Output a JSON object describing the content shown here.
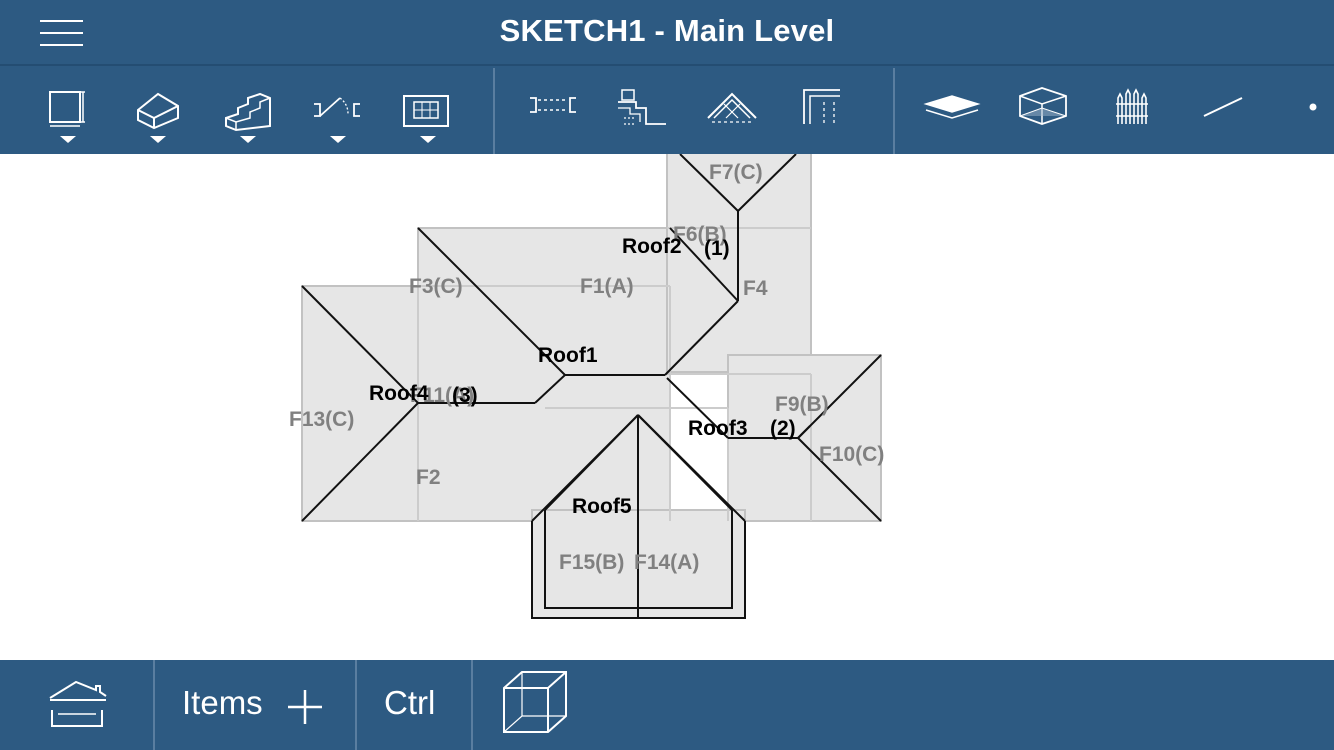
{
  "window": {
    "title": "SKETCH1 - Main Level"
  },
  "toolbar": {
    "group1": [
      {
        "icon": "room-icon",
        "has_dropdown": true
      },
      {
        "icon": "house-icon",
        "has_dropdown": true
      },
      {
        "icon": "stairs-icon",
        "has_dropdown": true
      },
      {
        "icon": "door-icon",
        "has_dropdown": true
      },
      {
        "icon": "window-icon",
        "has_dropdown": true
      }
    ],
    "group2": [
      {
        "icon": "wall-opening-icon"
      },
      {
        "icon": "step-wall-icon"
      },
      {
        "icon": "roof-tool-icon"
      },
      {
        "icon": "corner-wall-icon"
      }
    ],
    "group3": [
      {
        "icon": "layers-icon"
      },
      {
        "icon": "cube-3d-icon"
      },
      {
        "icon": "fence-icon"
      },
      {
        "icon": "line-icon"
      },
      {
        "icon": "dot-icon"
      }
    ]
  },
  "sketch": {
    "face_labels": [
      "F7(C)",
      "F6(B)",
      "F4",
      "F1(A)",
      "F3(C)",
      "F11(A)",
      "F13(C)",
      "F2",
      "F9(B)",
      "F10(C)",
      "F15(B)",
      "F14(A)"
    ],
    "roof_labels": [
      "Roof2",
      "(1)",
      "Roof1",
      "Roof4",
      "(3)",
      "Roof3",
      "(2)",
      "Roof5"
    ]
  },
  "bottombar": {
    "items_label": "Items",
    "ctrl_label": "Ctrl"
  },
  "colors": {
    "bar": "#2d5a82",
    "roof_fill": "#e6e6e6",
    "face_label": "#808080"
  }
}
